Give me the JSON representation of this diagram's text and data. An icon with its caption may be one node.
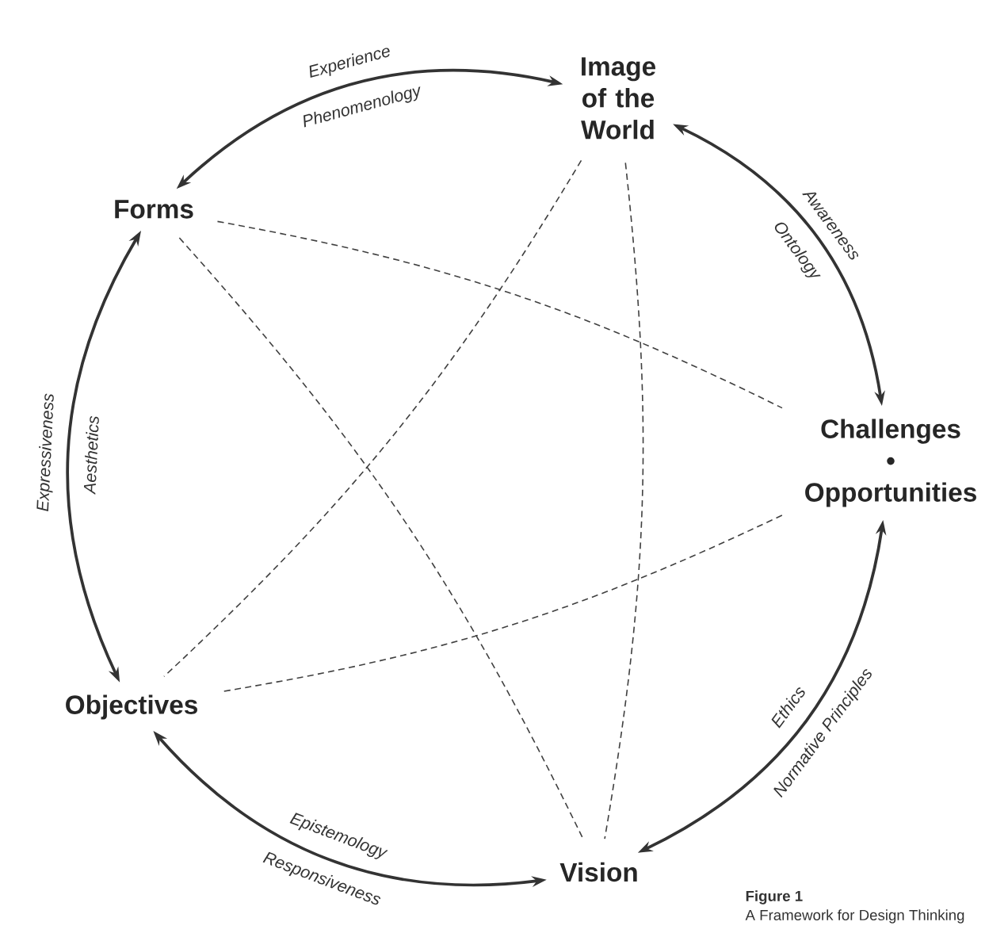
{
  "diagram": {
    "caption": "A Framework for Design Thinking",
    "nodes": [
      {
        "text": [
          "Image of the World"
        ]
      },
      {
        "text": [
          "Forms"
        ]
      },
      {
        "text": [
          "Challenges • Opportunities"
        ]
      },
      {
        "text": [
          "Objectives"
        ]
      },
      {
        "text": [
          "Vision"
        ]
      }
    ],
    "edges": [
      {
        "from": 1,
        "to": 0,
        "arrow": "both",
        "label": "Phenomenology"
      },
      {
        "from": 0,
        "to": 2,
        "arrow": "both",
        "label": "Ontology"
      },
      {
        "from": 2,
        "to": 4,
        "arrow": "both",
        "label": "Ethics"
      },
      {
        "from": 4,
        "to": 3,
        "arrow": "both",
        "label": "Epistemology"
      },
      {
        "from": 3,
        "to": 1,
        "arrow": "both",
        "label": "Aesthetics"
      },
      {
        "from": 0,
        "to": 3,
        "arrow": "none",
        "style": "dashed"
      },
      {
        "from": 1,
        "to": 2,
        "arrow": "none",
        "style": "dashed"
      },
      {
        "from": 0,
        "to": 4,
        "arrow": "none",
        "style": "dashed"
      },
      {
        "from": 2,
        "to": 3,
        "arrow": "none",
        "style": "dashed"
      },
      {
        "from": 1,
        "to": 4,
        "arrow": "none",
        "style": "dashed"
      }
    ],
    "labels": [
      "Experience",
      "Awareness",
      "Normative Principles",
      "Responsiveness",
      "Expressiveness",
      "Figure 1"
    ]
  }
}
